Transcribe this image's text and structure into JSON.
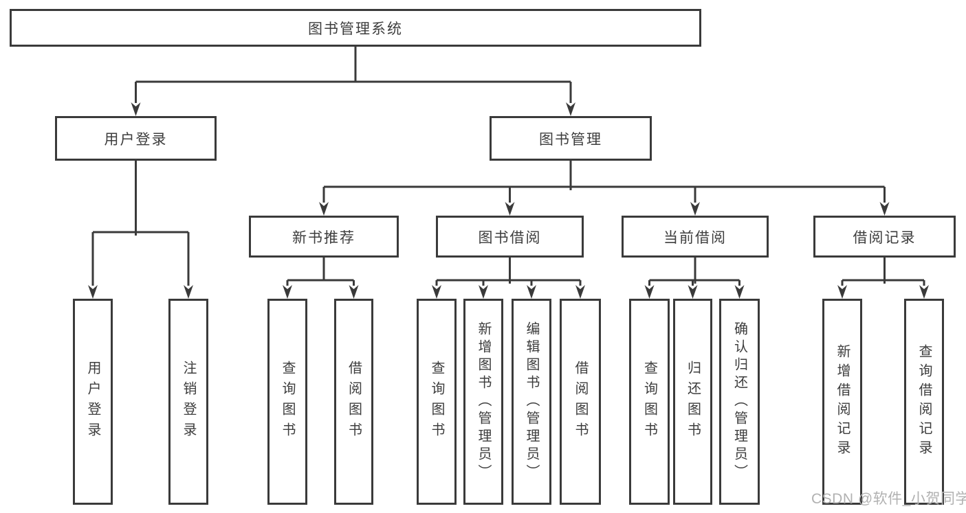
{
  "tree": {
    "label": "图书管理系统",
    "children": [
      {
        "label": "用户登录",
        "children": [
          {
            "label": "用户登录"
          },
          {
            "label": "注销登录"
          }
        ]
      },
      {
        "label": "图书管理",
        "children": [
          {
            "label": "新书推荐",
            "children": [
              {
                "label": "查询图书"
              },
              {
                "label": "借阅图书"
              }
            ]
          },
          {
            "label": "图书借阅",
            "children": [
              {
                "label": "查询图书"
              },
              {
                "label": "新增图书（管理员）"
              },
              {
                "label": "编辑图书（管理员）"
              },
              {
                "label": "借阅图书"
              }
            ]
          },
          {
            "label": "当前借阅",
            "children": [
              {
                "label": "查询图书"
              },
              {
                "label": "归还图书"
              },
              {
                "label": "确认归还（管理员）"
              }
            ]
          },
          {
            "label": "借阅记录",
            "children": [
              {
                "label": "新增借阅记录"
              },
              {
                "label": "查询借阅记录"
              }
            ]
          }
        ]
      }
    ]
  },
  "watermark": "CSDN @软件_小贺同学",
  "colors": {
    "line": "#3a3a3a",
    "text": "#3d3d3d",
    "watermark": "#b1b1b1",
    "background": "#ffffff"
  }
}
